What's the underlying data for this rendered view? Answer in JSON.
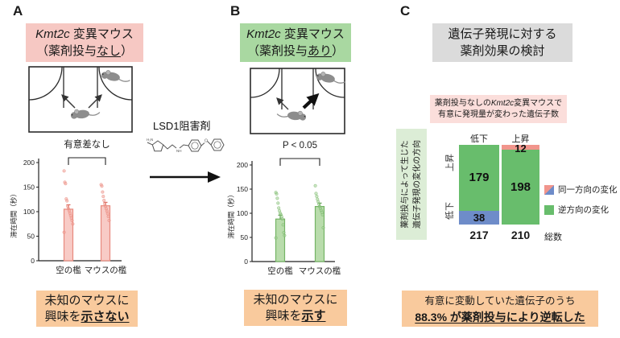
{
  "figure": {
    "panel_a": {
      "label": "A",
      "title": {
        "gene": "Kmt2c",
        "rest": " 変異マウス",
        "line2_pre": "（薬剤投与",
        "line2_u": "なし",
        "line2_post": "）"
      },
      "conclusion": {
        "line1": "未知のマウスに",
        "line2_pre": "興味を",
        "line2_emph": "示さない"
      }
    },
    "treatment": {
      "drug_label": "LSD1阻害剤"
    },
    "panel_b": {
      "label": "B",
      "title": {
        "gene": "Kmt2c",
        "rest": " 変異マウス",
        "line2_pre": "（薬剤投与",
        "line2_u": "あり",
        "line2_post": "）"
      },
      "conclusion": {
        "line1": "未知のマウスに",
        "line2_pre": "興味を",
        "line2_emph": "示す"
      }
    },
    "panel_c": {
      "label": "C",
      "title": {
        "line1": "遺伝子発現に対する",
        "line2": "薬剤効果の検討"
      },
      "note": {
        "pre": "薬剤投与なしの",
        "gene": "Kmt2c",
        "post": "変異マウスで",
        "line2": "有意に発現量が変わった遺伝子数"
      },
      "axis_label": {
        "line1": "薬剤投与によって生じた",
        "line2": "遺伝子発現の変化の方向"
      },
      "row_labels": [
        "上昇",
        "低下"
      ],
      "totals_label": "総数",
      "legend": [
        {
          "label": "同一方向の変化"
        },
        {
          "label": "逆方向の変化"
        }
      ],
      "conclusion": {
        "line1": "有意に変動していた遺伝子のうち",
        "line2": "88.3% が薬剤投与により逆転した"
      }
    }
  },
  "colors": {
    "panel_a_header_bg": "#f6c8c3",
    "panel_b_header_bg": "#a9d8a1",
    "panel_c_header_bg": "#dbdbdb",
    "conclusion_bg": "#f9ca9d",
    "note_bg": "#fbdedb",
    "axis_label_bg": "#dcedd6",
    "mosaic_green": "#68bd6c",
    "mosaic_blue": "#6e8cc9",
    "mosaic_pink": "#f1958c",
    "bar_a_fill": "#f8cbc6",
    "bar_a_stroke": "#e8897d",
    "bar_b_fill": "#b9dcac",
    "bar_b_stroke": "#74b465"
  },
  "chart_data": [
    {
      "id": "panel_a_three_chamber_test",
      "type": "bar",
      "title": "有意差なし",
      "categories": [
        "空の檻",
        "マウスの檻"
      ],
      "values": [
        105,
        112
      ],
      "errors": [
        9,
        7
      ],
      "points": [
        [
          183,
          160,
          157,
          126,
          122,
          111,
          106,
          102,
          97,
          92,
          87,
          82,
          75,
          58
        ],
        [
          155,
          152,
          140,
          131,
          123,
          116,
          111,
          106,
          101,
          96,
          90,
          82
        ]
      ],
      "ylabel": "滞在時間（秒）",
      "yticks": [
        0,
        50,
        100,
        150,
        200
      ],
      "ylim": [
        0,
        200
      ],
      "grid": false,
      "bar_fill": "#f8cbc6",
      "bar_stroke": "#e8897d",
      "point_color": "#f0a097",
      "error_color": "#d96a5e"
    },
    {
      "id": "panel_b_three_chamber_test",
      "type": "bar",
      "title": "P < 0.05",
      "categories": [
        "空の檻",
        "マウスの檻"
      ],
      "values": [
        88,
        114
      ],
      "errors": [
        8,
        7
      ],
      "points": [
        [
          143,
          140,
          131,
          121,
          111,
          105,
          100,
          97,
          93,
          88,
          76,
          60,
          54,
          49
        ],
        [
          157,
          141,
          135,
          129,
          124,
          119,
          114,
          110,
          106,
          102,
          97,
          70
        ]
      ],
      "ylabel": "滞在時間（秒）",
      "yticks": [
        0,
        50,
        100,
        150,
        200
      ],
      "ylim": [
        0,
        200
      ],
      "grid": false,
      "bar_fill": "#b9dcac",
      "bar_stroke": "#74b465",
      "point_color": "#a0cf94",
      "error_color": "#5d9e50"
    },
    {
      "id": "panel_c_gene_expression_reversal",
      "type": "stacked-bar",
      "x_header_label": "薬剤投与なしのKmt2c変異マウスで有意に発現量が変わった遺伝子数",
      "y_axis_label": "薬剤投与によって生じた遺伝子発現の変化の方向",
      "columns": [
        {
          "header": "低下",
          "total": 217,
          "segments": [
            {
              "direction": "上昇",
              "kind": "逆方向の変化",
              "value": 179,
              "color": "#68bd6c"
            },
            {
              "direction": "低下",
              "kind": "同一方向の変化",
              "value": 38,
              "color": "#6e8cc9"
            }
          ]
        },
        {
          "header": "上昇",
          "total": 210,
          "segments": [
            {
              "direction": "上昇",
              "kind": "同一方向の変化",
              "value": 12,
              "color": "#f1958c"
            },
            {
              "direction": "低下",
              "kind": "逆方向の変化",
              "value": 198,
              "color": "#68bd6c"
            }
          ]
        }
      ],
      "totals_label": "総数",
      "legend": [
        "同一方向の変化",
        "逆方向の変化"
      ],
      "legend_position": "right"
    }
  ]
}
